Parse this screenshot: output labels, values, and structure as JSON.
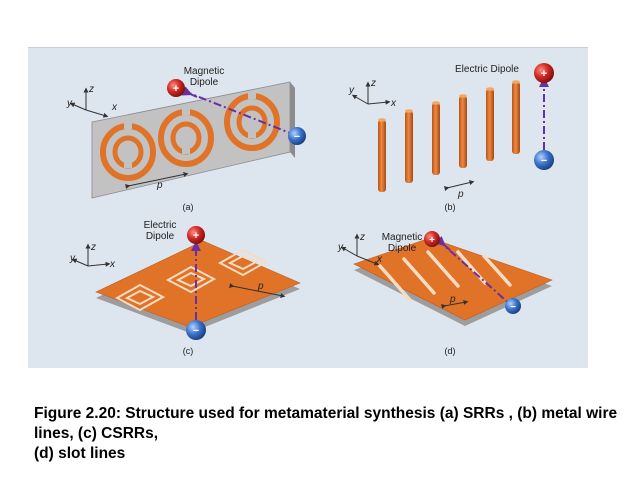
{
  "panels": [
    {
      "label": "(a)",
      "dipole_label_1": "Magnetic",
      "dipole_label_2": "Dipole",
      "period": "p",
      "axes": [
        "y",
        "z",
        "x"
      ]
    },
    {
      "label": "(b)",
      "dipole_label_1": "Electric Dipole",
      "period": "p",
      "axes": [
        "y",
        "z",
        "x"
      ]
    },
    {
      "label": "(c)",
      "dipole_label_1": "Electric",
      "dipole_label_2": "Dipole",
      "period": "p",
      "axes": [
        "y",
        "z",
        "x"
      ]
    },
    {
      "label": "(d)",
      "dipole_label_1": "Magnetic",
      "dipole_label_2": "Dipole",
      "period": "p",
      "axes": [
        "y",
        "z",
        "x"
      ]
    }
  ],
  "charges": {
    "positive": "+",
    "negative": "−"
  },
  "caption": {
    "line1": "Figure 2.20: Structure used for metamaterial synthesis (a) SRRs , (b) metal wire",
    "line2": "lines, (c) CSRRs,",
    "line3": "(d) slot lines"
  },
  "colors": {
    "copper": "#e07327",
    "substrate": "#b9b9b9",
    "background": "#dde5ee",
    "dipole_line": "#6a2fa0",
    "positive": "#c4221b",
    "negative": "#2f63b8"
  }
}
